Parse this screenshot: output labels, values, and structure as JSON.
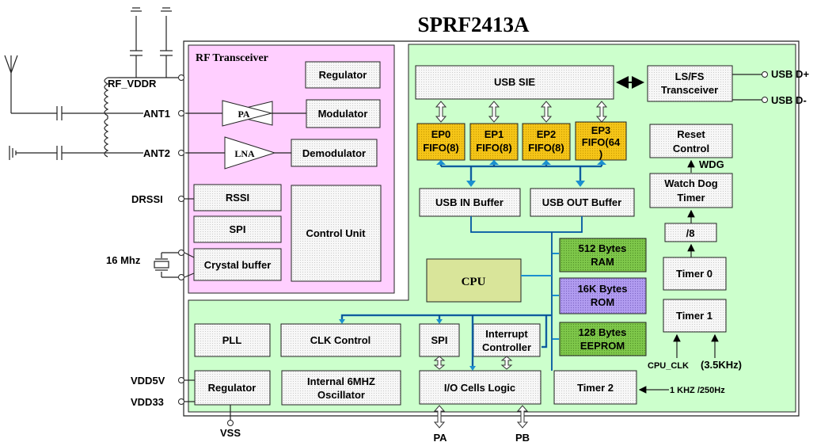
{
  "title": "SPRF2413A",
  "rf_section": {
    "label": "RF Transceiver",
    "regulator": "Regulator",
    "pa": "PA",
    "modulator": "Modulator",
    "lna": "LNA",
    "demodulator": "Demodulator",
    "rssi": "RSSI",
    "spi": "SPI",
    "control_unit": "Control Unit",
    "crystal_buffer": "Crystal buffer"
  },
  "usb_section": {
    "usb_sie": "USB SIE",
    "ls_fs_transceiver_1": "LS/FS",
    "ls_fs_transceiver_2": "Transceiver",
    "ep0_1": "EP0",
    "ep0_2": "FIFO(8)",
    "ep1_1": "EP1",
    "ep1_2": "FIFO(8)",
    "ep2_1": "EP2",
    "ep2_2": "FIFO(8)",
    "ep3_1": "EP3",
    "ep3_2": "FIFO(64",
    "ep3_3": ")",
    "usb_in_buffer": "USB IN Buffer",
    "usb_out_buffer": "USB OUT Buffer",
    "reset_control_1": "Reset",
    "reset_control_2": "Control",
    "wdg": "WDG",
    "watchdog_1": "Watch Dog",
    "watchdog_2": "Timer",
    "div8": "/8",
    "ram_1": "512 Bytes",
    "ram_2": "RAM",
    "rom_1": "16K Bytes",
    "rom_2": "ROM",
    "eeprom_1": "128 Bytes",
    "eeprom_2": "EEPROM",
    "cpu": "CPU",
    "timer0": "Timer 0",
    "timer1": "Timer 1",
    "cpu_clk": "CPU_CLK",
    "freq_35": "(3.5KHz)"
  },
  "bottom_section": {
    "pll": "PLL",
    "clk_control": "CLK Control",
    "spi": "SPI",
    "interrupt_1": "Interrupt",
    "interrupt_2": "Controller",
    "regulator": "Regulator",
    "osc_1": "Internal 6MHZ",
    "osc_2": "Oscillator",
    "io_cells": "I/O Cells Logic",
    "timer2": "Timer 2",
    "timer2_input": "1 KHZ /250Hz"
  },
  "pins": {
    "rf_vddr": "RF_VDDR",
    "ant1": "ANT1",
    "ant2": "ANT2",
    "drssi": "DRSSI",
    "xtal": "16 Mhz",
    "vdd5v": "VDD5V",
    "vdd33": "VDD33",
    "vss": "VSS",
    "pa": "PA",
    "pb": "PB",
    "usb_dp": "USB D+",
    "usb_dm": "USB D-"
  },
  "colors": {
    "rf_fill": "#ffcfff",
    "core_fill": "#ccffcc",
    "ep_fill": "#f5c518",
    "mem_green": "#7ec74a",
    "mem_purple": "#b19cf0",
    "cpu_fill": "#d9e59a",
    "bus": "#1a8fcf"
  }
}
